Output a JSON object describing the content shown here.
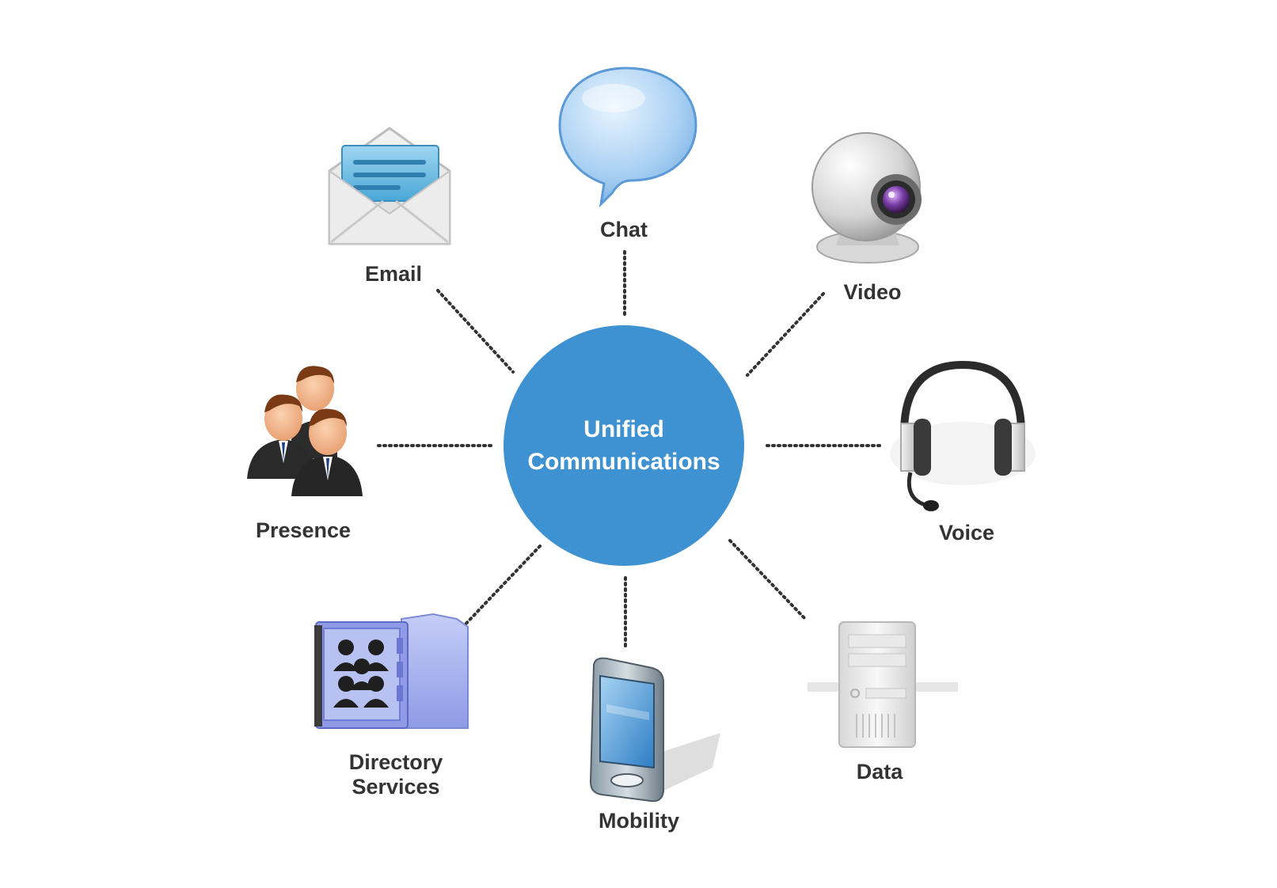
{
  "hub": {
    "title": "Unified Communications",
    "color": "#3f92d2"
  },
  "nodes": [
    {
      "id": "email",
      "label": "Email",
      "icon": "envelope-icon"
    },
    {
      "id": "chat",
      "label": "Chat",
      "icon": "speech-bubble-icon"
    },
    {
      "id": "video",
      "label": "Video",
      "icon": "webcam-icon"
    },
    {
      "id": "presence",
      "label": "Presence",
      "icon": "people-group-icon"
    },
    {
      "id": "voice",
      "label": "Voice",
      "icon": "headset-icon"
    },
    {
      "id": "directory",
      "label": "Directory Services",
      "icon": "address-book-folder-icon"
    },
    {
      "id": "mobility",
      "label": "Mobility",
      "icon": "mobile-phone-icon"
    },
    {
      "id": "data",
      "label": "Data",
      "icon": "server-icon"
    }
  ],
  "connector_style": "dotted",
  "colors": {
    "label_text": "#333333",
    "connector": "#333333",
    "hub_text": "#ffffff"
  }
}
